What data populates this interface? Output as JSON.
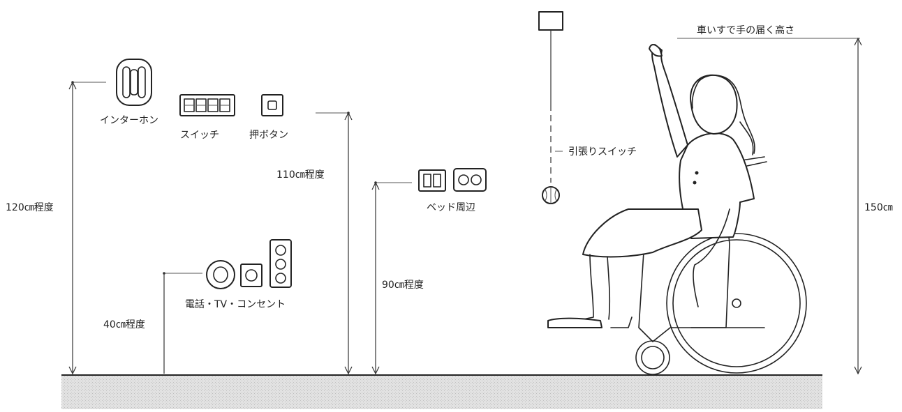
{
  "labels": {
    "top_partial": "",
    "intercom": "インターホン",
    "switch": "スイッチ",
    "push_button": "押ボタン",
    "bedside": "ベッド周辺",
    "pull_switch": "引張りスイッチ",
    "phone_tv_outlet": "電話・TV・コンセント",
    "wheelchair_reach": "車いすで手の届く高さ"
  },
  "heights": {
    "h120": "120㎝程度",
    "h110": "110㎝程度",
    "h90": "90㎝程度",
    "h40": "40㎝程度",
    "h150": "150㎝"
  },
  "colors": {
    "ink": "#222222",
    "floor": "#d6d6d6"
  },
  "icons": [
    "intercom-icon",
    "switch-panel-icon",
    "push-button-icon",
    "bedside-switch-icon",
    "bedside-outlet-icon",
    "phone-jack-icon",
    "tv-jack-icon",
    "outlet-icon",
    "pull-switch-icon",
    "wheelchair-user-illustration"
  ]
}
